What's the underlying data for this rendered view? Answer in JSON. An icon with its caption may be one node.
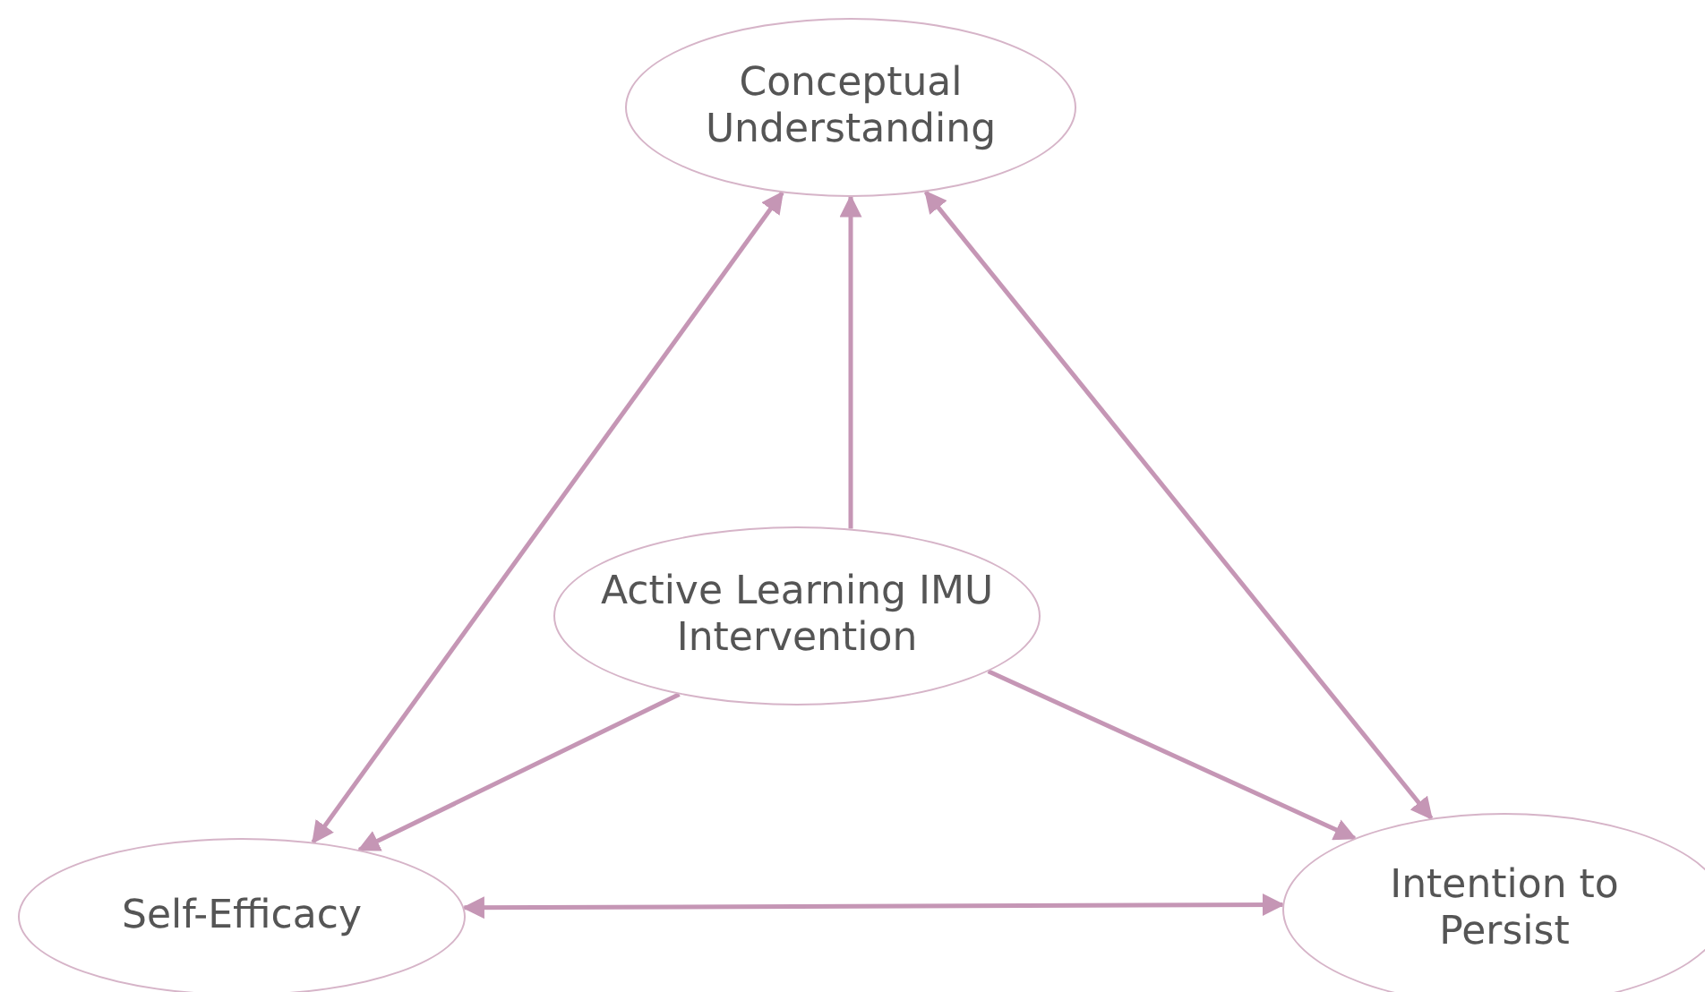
{
  "diagram": {
    "nodes": [
      {
        "text": [
          "Conceptual Understanding"
        ]
      },
      {
        "text": [
          "Active Learning IMU Intervention"
        ]
      },
      {
        "text": [
          "Self-Efficacy"
        ]
      },
      {
        "text": [
          "Intention to Persist"
        ]
      }
    ],
    "edges": [
      {
        "from": 2,
        "to": 0,
        "arrow": "both"
      },
      {
        "from": 1,
        "to": 0,
        "arrow": "to"
      },
      {
        "from": 0,
        "to": 3,
        "arrow": "both"
      },
      {
        "from": 1,
        "to": 2,
        "arrow": "to"
      },
      {
        "from": 1,
        "to": 3,
        "arrow": "to"
      },
      {
        "from": 2,
        "to": 3,
        "arrow": "both"
      }
    ]
  }
}
